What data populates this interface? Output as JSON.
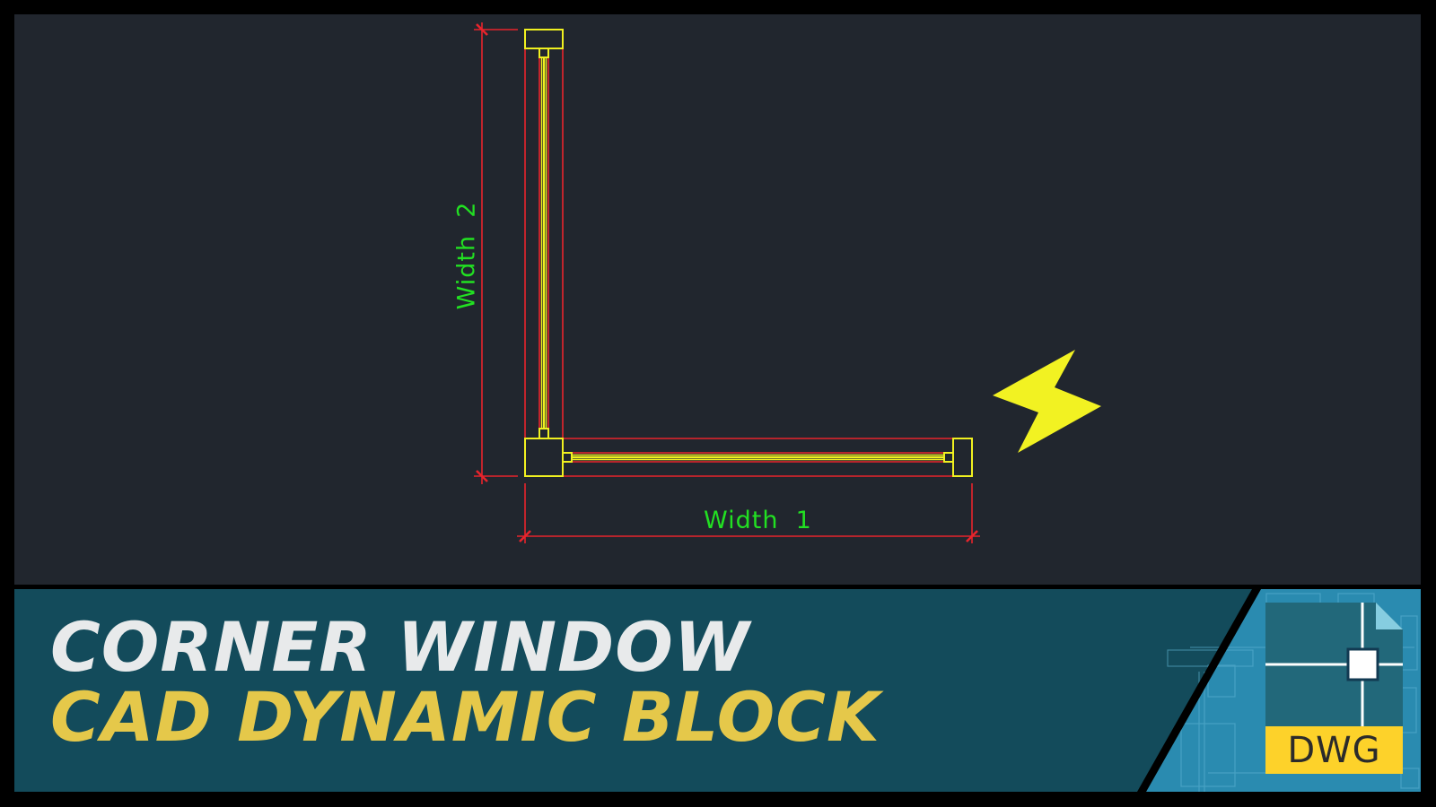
{
  "drawing": {
    "dimension_labels": {
      "width_1": "Width  1",
      "width_2": "Width  2"
    },
    "colors": {
      "background": "#21262e",
      "wall_lines": "#e8242c",
      "window_frame": "#f0f020",
      "dimension_text": "#22e022",
      "lightning": "#f2f222"
    },
    "icons": {
      "lightning": "lightning-bolt-icon"
    }
  },
  "banner": {
    "title_line_1": "CORNER WINDOW",
    "title_line_2": "CAD DYNAMIC BLOCK",
    "colors": {
      "background": "#134b5b",
      "title_line_1": "#e8eaeb",
      "title_line_2": "#e5c84a",
      "blueprint": "#2a8bb0"
    },
    "file_badge": {
      "label": "DWG",
      "icon": "dwg-file-icon"
    }
  }
}
